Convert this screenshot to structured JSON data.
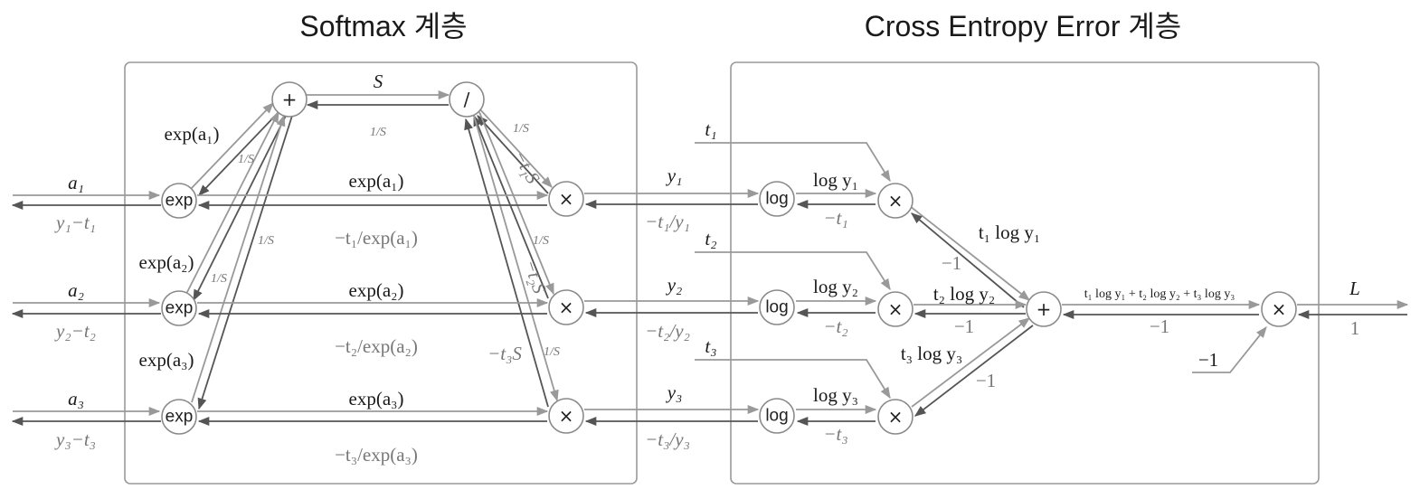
{
  "titles": {
    "softmax": "Softmax 계층",
    "cross_entropy": "Cross Entropy Error 계층"
  },
  "nodes": {
    "plus": "+",
    "divide": "/",
    "exp": "exp",
    "times": "×",
    "log": "log"
  },
  "labels": {
    "S": "S",
    "inv_S": "1/S",
    "exp_a1": "exp(a₁)",
    "exp_a2": "exp(a₂)",
    "exp_a3": "exp(a₃)",
    "a1": "a₁",
    "a2": "a₂",
    "a3": "a₃",
    "y1_minus_t1": "y₁−t₁",
    "y2_minus_t2": "y₂−t₂",
    "y3_minus_t3": "y₃−t₃",
    "neg_t1_S": "−t₁S",
    "neg_t2_S": "−t₂S",
    "neg_t3_S": "−t₃S",
    "neg_t1_over_exp_a1": "−t₁/exp(a₁)",
    "neg_t2_over_exp_a2": "−t₂/exp(a₂)",
    "neg_t3_over_exp_a3": "−t₃/exp(a₃)",
    "y1": "y₁",
    "y2": "y₂",
    "y3": "y₃",
    "neg_t1_over_y1": "−t₁/y₁",
    "neg_t2_over_y2": "−t₂/y₂",
    "neg_t3_over_y3": "−t₃/y₃",
    "t1": "t₁",
    "t2": "t₂",
    "t3": "t₃",
    "log_y1": "log y₁",
    "log_y2": "log y₂",
    "log_y3": "log y₃",
    "neg_t1": "−t₁",
    "neg_t2": "−t₂",
    "neg_t3": "−t₃",
    "t1_log_y1": "t₁ log y₁",
    "t2_log_y2": "t₂ log y₂",
    "t3_log_y3": "t₃ log y₃",
    "neg_1": "−1",
    "sum_term": "t₁ log y₁ + t₂ log y₂ + t₃ log y₃",
    "L": "L",
    "one": "1"
  },
  "colors": {
    "forward_arrow": "#999999",
    "backward_arrow": "#555555",
    "frame": "#9a9a9a"
  }
}
